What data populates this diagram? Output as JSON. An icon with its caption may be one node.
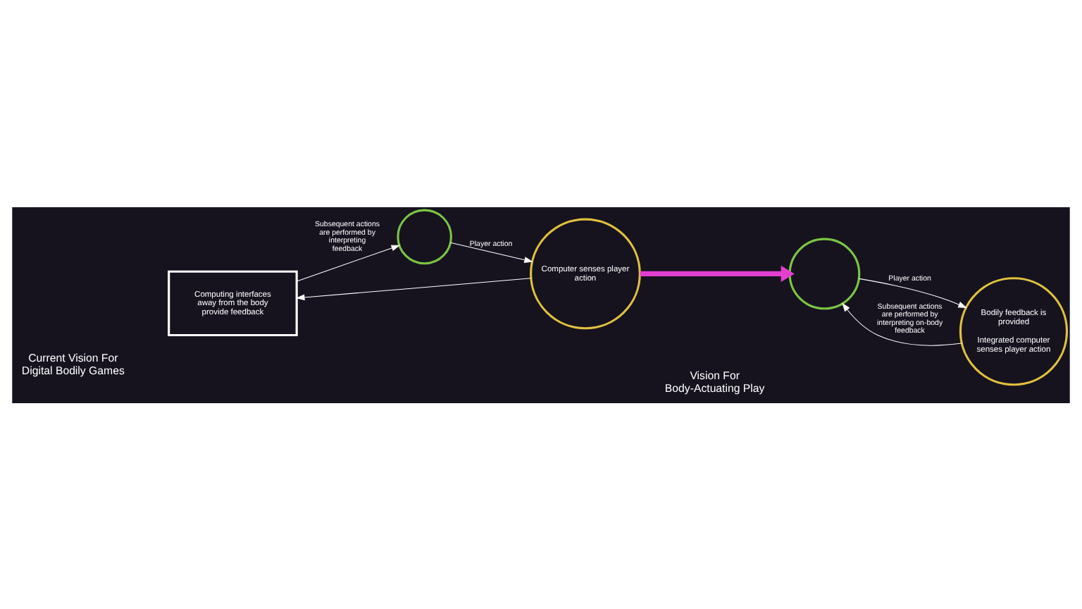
{
  "diagram": {
    "nodes": [
      {
        "text": [
          "Computing interfaces away from the body provide feedback"
        ]
      },
      {
        "text": [],
        "shape": "circle"
      },
      {
        "text": [
          "Computer senses player action"
        ]
      },
      {
        "text": [],
        "shape": "circle"
      },
      {
        "text": [
          "Bodily feedback is provided",
          "Integrated computer senses player action"
        ]
      }
    ],
    "edges": [
      {
        "from": 0,
        "to": 1,
        "arrow": "to",
        "label": "Subsequent actions are performed by interpreting feedback"
      },
      {
        "from": 1,
        "to": 2,
        "arrow": "to",
        "label": "Player action"
      },
      {
        "from": 2,
        "to": 0,
        "arrow": "to"
      },
      {
        "from": 2,
        "to": 3,
        "arrow": "to",
        "style": "thick",
        "color": "#e23fd0"
      },
      {
        "from": 4,
        "to": 3,
        "arrow": "to",
        "label": "Subsequent actions are performed by interpreting on-body feedback"
      },
      {
        "from": 3,
        "to": 4,
        "arrow": "to",
        "label": "Player action"
      }
    ],
    "labels": [
      "Current Vision For Digital Bodily Games",
      "Vision For Body-Actuating Play"
    ]
  }
}
